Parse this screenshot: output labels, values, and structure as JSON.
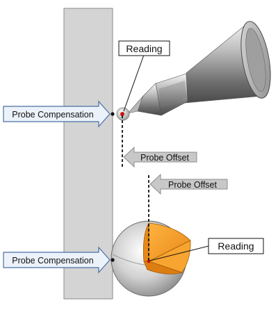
{
  "labels": {
    "reading_top": "Reading",
    "reading_bottom": "Reading",
    "probe_compensation_top": "Probe Compensation",
    "probe_compensation_bottom": "Probe Compensation",
    "probe_offset_top": "Probe Offset",
    "probe_offset_bottom": "Probe Offset"
  },
  "colors": {
    "wall_fill": "#d4d4d4",
    "wall_stroke": "#8a8a8a",
    "arrow_fill_light": "#ecf2fa",
    "arrow_stroke_blue": "#4a6fa5",
    "arrow_fill_gray": "#c8c8c8",
    "arrow_stroke_gray": "#8d8d8d",
    "octant_fill": "#f5a028",
    "contact_point": "#cc1111"
  },
  "icons": {
    "probe": "cmm-touch-probe-icon",
    "sphere": "probe-tip-sphere-icon"
  }
}
